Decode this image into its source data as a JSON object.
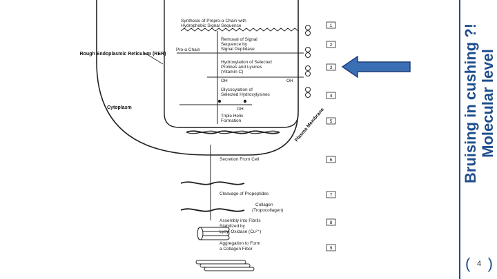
{
  "diagram": {
    "region_rer": "Rough Endoplasmic Reticulum (RER)",
    "region_cytoplasm": "Cytoplasm",
    "region_membrane": "Plasma Membrane",
    "pro_chain_label": "Pro-α Chain",
    "steps": [
      {
        "num": "1",
        "lines": [
          "Synthesis of Prepro-α Chain with",
          "Hydrophobic Signal Sequence"
        ]
      },
      {
        "num": "2",
        "lines": [
          "Removal of Signal",
          "Sequence by",
          "Signal Peptidase"
        ]
      },
      {
        "num": "3",
        "lines": [
          "Hydroxylation of Selected",
          "Prolines and Lysines",
          "(Vitamin C)"
        ]
      },
      {
        "num": "4",
        "lines": [
          "Glycosylation of",
          "Selected Hydroxylysines"
        ]
      },
      {
        "num": "5",
        "lines": [
          "Triple Helix",
          "Formation"
        ]
      },
      {
        "num": "6",
        "lines": [
          "Secretion From Cell"
        ]
      },
      {
        "num": "7",
        "lines": [
          "Cleavage of Propeptides"
        ]
      },
      {
        "num": "8",
        "lines": [
          "Assembly into Fibrils",
          "Stabilized by",
          "Lysyl Oxidase (Cu²⁺)"
        ]
      },
      {
        "num": "9",
        "lines": [
          "Aggregation to Form",
          "a Collagen Fiber"
        ]
      }
    ],
    "collagen_label": "Collagen",
    "tropocollagen_label": "(Tropocollagen)",
    "oh_label": "OH"
  },
  "side_title_line1": "Bruising in cushing ?!",
  "side_title_line2": "Molecular level",
  "page_number": "4",
  "page_number_brackets": [
    "(",
    ")"
  ],
  "colors": {
    "accent": "#1f4e8c",
    "arrow_fill": "#3b6fb5",
    "arrow_stroke": "#1f3f77"
  }
}
